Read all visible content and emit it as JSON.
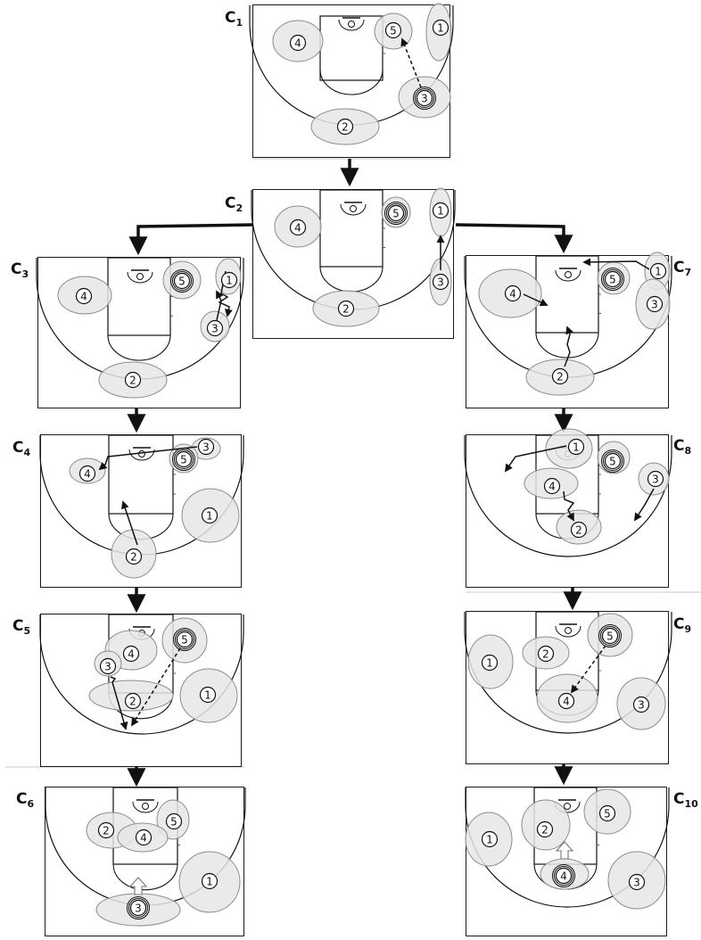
{
  "courts": [
    {
      "id": "c1",
      "label": "C",
      "sub": "1",
      "zones": [
        {
          "n": "4"
        },
        {
          "n": "5"
        },
        {
          "n": "1"
        },
        {
          "n": "3"
        },
        {
          "n": "2"
        }
      ],
      "players": [
        {
          "n": "4",
          "ring": 1
        },
        {
          "n": "5",
          "ring": 1
        },
        {
          "n": "1",
          "ring": 1
        },
        {
          "n": "3",
          "ring": 3
        },
        {
          "n": "2",
          "ring": 1
        }
      ]
    },
    {
      "id": "c2",
      "label": "C",
      "sub": "2",
      "zones": [
        {
          "n": "4"
        },
        {
          "n": "5"
        },
        {
          "n": "1"
        },
        {
          "n": "3"
        },
        {
          "n": "2"
        }
      ],
      "players": [
        {
          "n": "4",
          "ring": 1
        },
        {
          "n": "5",
          "ring": 3
        },
        {
          "n": "1",
          "ring": 1
        },
        {
          "n": "3",
          "ring": 1
        },
        {
          "n": "2",
          "ring": 1
        }
      ]
    },
    {
      "id": "c3",
      "label": "C",
      "sub": "3",
      "zones": [
        {
          "n": "4"
        },
        {
          "n": "5"
        },
        {
          "n": "1"
        },
        {
          "n": "3"
        },
        {
          "n": "2"
        }
      ],
      "players": [
        {
          "n": "4",
          "ring": 1
        },
        {
          "n": "5",
          "ring": 3
        },
        {
          "n": "1",
          "ring": 1
        },
        {
          "n": "3",
          "ring": 1
        },
        {
          "n": "2",
          "ring": 1
        }
      ]
    },
    {
      "id": "c4",
      "label": "C",
      "sub": "4",
      "zones": [
        {
          "n": "3"
        },
        {
          "n": "5"
        },
        {
          "n": "4"
        },
        {
          "n": "1"
        },
        {
          "n": "2"
        }
      ],
      "players": [
        {
          "n": "3",
          "ring": 1
        },
        {
          "n": "5",
          "ring": 3
        },
        {
          "n": "4",
          "ring": 1
        },
        {
          "n": "1",
          "ring": 1
        },
        {
          "n": "2",
          "ring": 1
        }
      ]
    },
    {
      "id": "c5",
      "label": "C",
      "sub": "5",
      "zones": [
        {
          "n": "5"
        },
        {
          "n": "4"
        },
        {
          "n": "3"
        },
        {
          "n": "2"
        },
        {
          "n": "1"
        }
      ],
      "players": [
        {
          "n": "5",
          "ring": 3
        },
        {
          "n": "4",
          "ring": 1
        },
        {
          "n": "3",
          "ring": 1
        },
        {
          "n": "2",
          "ring": 1
        },
        {
          "n": "1",
          "ring": 1
        }
      ]
    },
    {
      "id": "c6",
      "label": "C",
      "sub": "6",
      "zones": [
        {
          "n": "2"
        },
        {
          "n": "5"
        },
        {
          "n": "4"
        },
        {
          "n": "1"
        },
        {
          "n": "3"
        }
      ],
      "players": [
        {
          "n": "2",
          "ring": 1
        },
        {
          "n": "5",
          "ring": 1
        },
        {
          "n": "4",
          "ring": 1
        },
        {
          "n": "1",
          "ring": 1
        },
        {
          "n": "3",
          "ring": 3
        }
      ]
    },
    {
      "id": "c7",
      "label": "C",
      "sub": "7",
      "zones": [
        {
          "n": "1"
        },
        {
          "n": "5"
        },
        {
          "n": "3"
        },
        {
          "n": "4"
        },
        {
          "n": "2"
        }
      ],
      "players": [
        {
          "n": "1",
          "ring": 1
        },
        {
          "n": "5",
          "ring": 3
        },
        {
          "n": "3",
          "ring": 1
        },
        {
          "n": "4",
          "ring": 1
        },
        {
          "n": "2",
          "ring": 1
        }
      ]
    },
    {
      "id": "c8",
      "label": "C",
      "sub": "8",
      "zones": [
        {
          "n": "1"
        },
        {
          "n": "5"
        },
        {
          "n": "3"
        },
        {
          "n": "4"
        },
        {
          "n": "2"
        }
      ],
      "players": [
        {
          "n": "1",
          "ring": 1
        },
        {
          "n": "5",
          "ring": 3
        },
        {
          "n": "3",
          "ring": 1
        },
        {
          "n": "4",
          "ring": 1
        },
        {
          "n": "2",
          "ring": 1
        }
      ]
    },
    {
      "id": "c9",
      "label": "C",
      "sub": "9",
      "zones": [
        {
          "n": "1"
        },
        {
          "n": "2"
        },
        {
          "n": "5"
        },
        {
          "n": "4"
        },
        {
          "n": "3"
        }
      ],
      "players": [
        {
          "n": "1",
          "ring": 1
        },
        {
          "n": "2",
          "ring": 1
        },
        {
          "n": "5",
          "ring": 3
        },
        {
          "n": "4",
          "ring": 1
        },
        {
          "n": "3",
          "ring": 1
        }
      ]
    },
    {
      "id": "c10",
      "label": "C",
      "sub": "10",
      "zones": [
        {
          "n": "1"
        },
        {
          "n": "2"
        },
        {
          "n": "5"
        },
        {
          "n": "4"
        },
        {
          "n": "3"
        }
      ],
      "players": [
        {
          "n": "1",
          "ring": 1
        },
        {
          "n": "2",
          "ring": 1
        },
        {
          "n": "5",
          "ring": 1
        },
        {
          "n": "4",
          "ring": 3
        },
        {
          "n": "3",
          "ring": 1
        }
      ]
    }
  ],
  "style": {
    "zone_fill": "#e6e6e6",
    "zone_stroke": "#8c8c8c",
    "line": "#111111",
    "paint_line": "#555555"
  }
}
